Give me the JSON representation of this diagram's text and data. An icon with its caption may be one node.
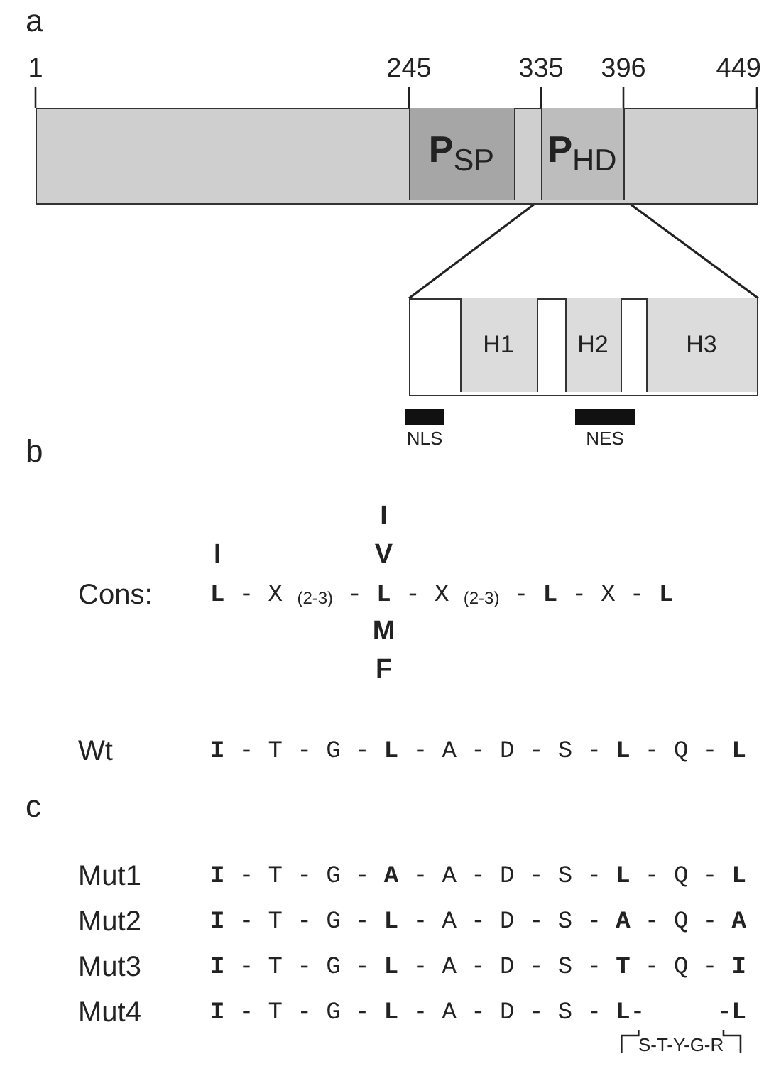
{
  "diagram": {
    "nodes": [
      {
        "text": [],
        "shape": "bar"
      },
      {
        "text": [
          "**P**$_{SP}$"
        ],
        "in": 0
      },
      {
        "text": [
          "**P**$_{HD}$"
        ],
        "in": 0
      },
      {
        "text": [],
        "shape": "box"
      },
      {
        "text": [
          "H1"
        ],
        "in": 3
      },
      {
        "text": [
          "H2"
        ],
        "in": 3
      },
      {
        "text": [
          "H3"
        ],
        "in": 3
      },
      {
        "text": [],
        "shape": "bar",
        "beside": [
          "NLS"
        ]
      },
      {
        "text": [],
        "shape": "bar",
        "beside": [
          "NES"
        ]
      }
    ],
    "edges": [
      {
        "from": 2,
        "to": 3,
        "arrow": "none"
      },
      {
        "from": 2,
        "to": 3,
        "arrow": "none"
      }
    ],
    "labels": [
      "a",
      "1",
      "245",
      "335",
      "396",
      "449",
      "b",
      "I",
      "I",
      "V",
      "Cons:",
      "**L** - X $_{(2-3)}$ - **L** - X $_{(2-3)}$ - **L** - X - **L**",
      "M",
      "F",
      "Wt",
      "**I** - T - G - **L** - A - D - S - **L** - Q - **L**",
      "c",
      "Mut1",
      "**I** - T - G - **A** - A - D - S - **L** - Q - **L**",
      "Mut2",
      "**I** - T - G - **L** - A - D - S - **A** - Q - **A**",
      "Mut3",
      "**I** - T - G - **L** - A - D - S - **T** - Q - **I**",
      "Mut4",
      "**I** - T - G - **L** - A - D - S - **L**-     -**L**",
      "S-T-Y-G-R"
    ]
  }
}
